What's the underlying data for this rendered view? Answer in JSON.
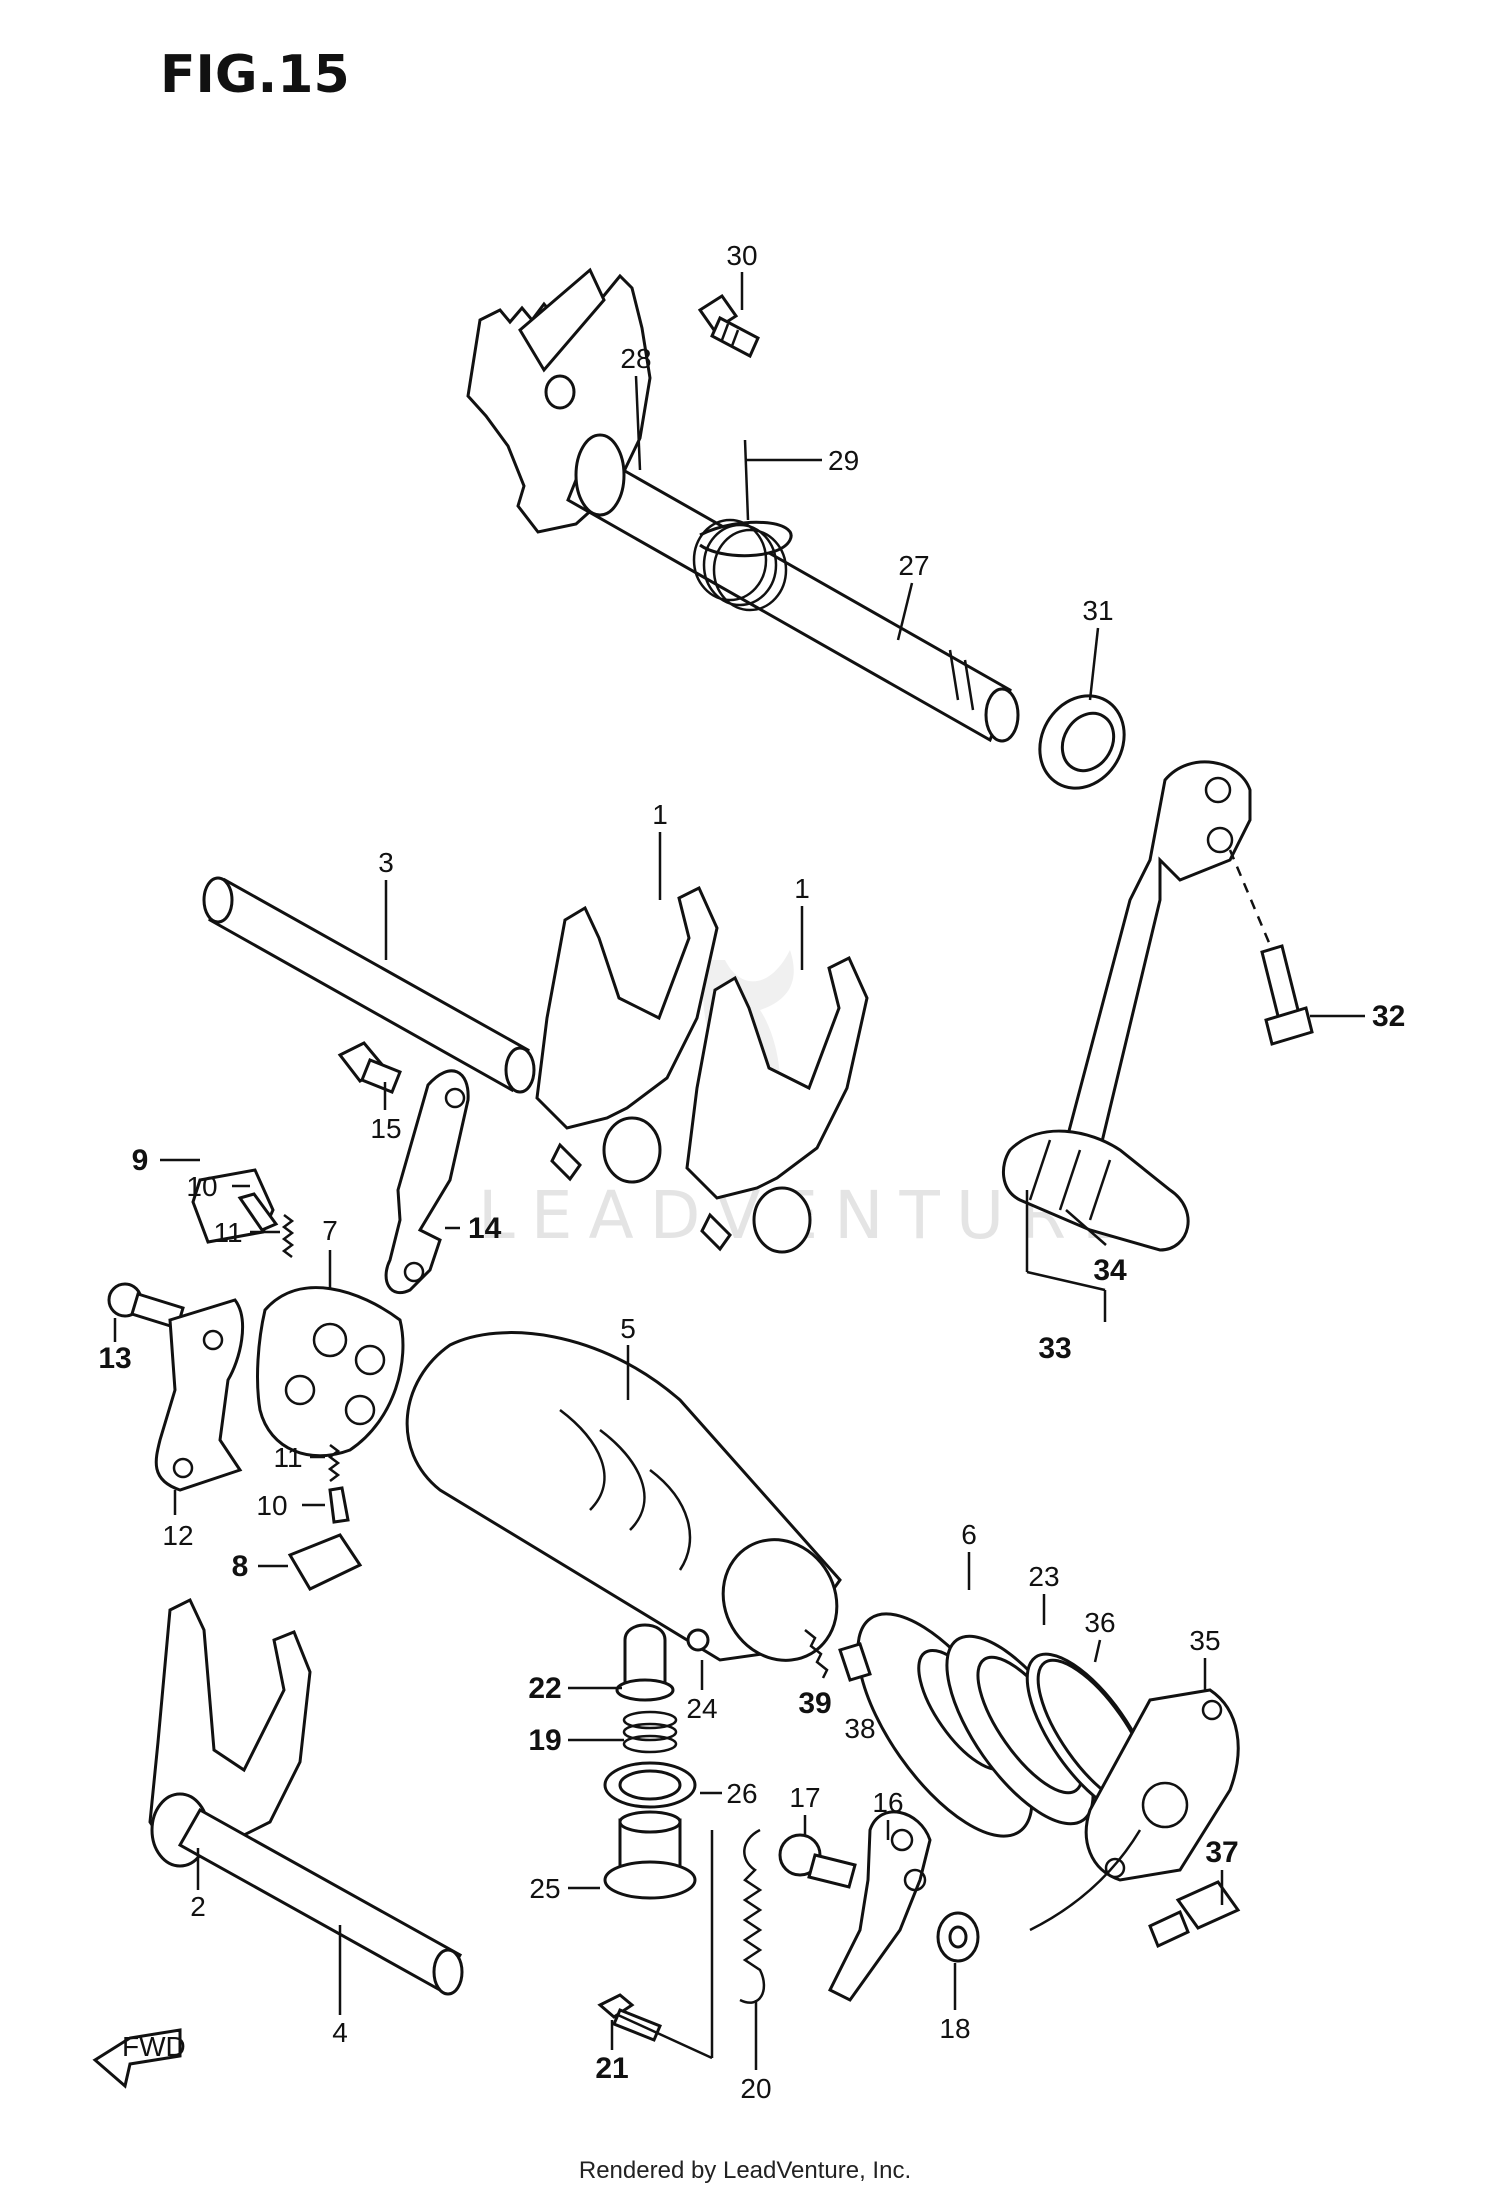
{
  "figure_title": "FIG.15",
  "watermark": "LEADVENTURE",
  "credit": "Rendered by LeadVenture, Inc.",
  "fwd_label": "FWD",
  "callouts": {
    "c30": "30",
    "c28": "28",
    "c29": "29",
    "c27": "27",
    "c31": "31",
    "c3": "3",
    "c1a": "1",
    "c1b": "1",
    "c32": "32",
    "c9": "9",
    "c15": "15",
    "c10a": "10",
    "c11a": "11",
    "c7": "7",
    "c14": "14",
    "c34": "34",
    "c33": "33",
    "c13": "13",
    "c5": "5",
    "c11b": "11",
    "c10b": "10",
    "c12": "12",
    "c8": "8",
    "c6": "6",
    "c23": "23",
    "c36": "36",
    "c35": "35",
    "c22": "22",
    "c24": "24",
    "c39": "39",
    "c38": "38",
    "c19": "19",
    "c26": "26",
    "c17": "17",
    "c16": "16",
    "c25": "25",
    "c37": "37",
    "c2": "2",
    "c4": "4",
    "c18": "18",
    "c21": "21",
    "c20": "20"
  }
}
